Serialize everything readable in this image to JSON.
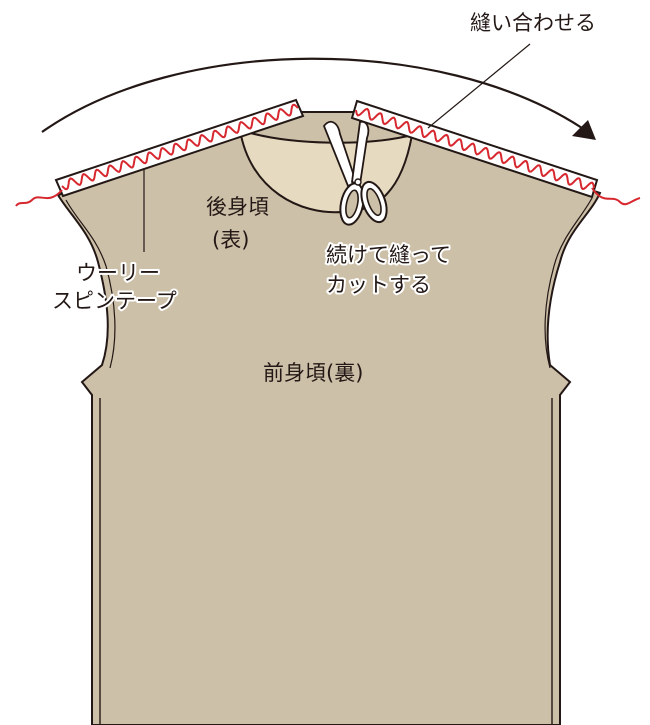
{
  "labels": {
    "sew_together": "縫い合わせる",
    "back_bodice_line1": "後身頃",
    "back_bodice_line2": "(表)",
    "continue_line1": "続けて縫って",
    "continue_line2": "カットする",
    "tape_line1": "ウーリー",
    "tape_line2": "スピンテープ",
    "front_bodice": "前身頃(裏)"
  },
  "colors": {
    "front_fabric": "#cdc0a8",
    "back_fabric": "#e6dac0",
    "outline": "#231815",
    "stitch": "#d7282f",
    "tape": "#ffffff"
  },
  "icons": {
    "scissors": "scissors-icon",
    "arrow": "curved-arrow-icon"
  }
}
